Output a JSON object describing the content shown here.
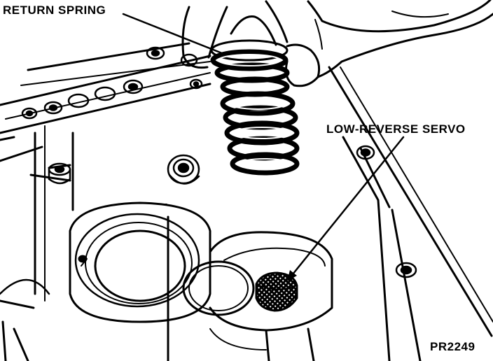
{
  "labels": {
    "return_spring": "RETURN SPRING",
    "low_reverse_servo": "LOW-REVERSE SERVO",
    "figure_code": "PR2249"
  },
  "colors": {
    "ink": "#000000",
    "paper": "#ffffff"
  }
}
